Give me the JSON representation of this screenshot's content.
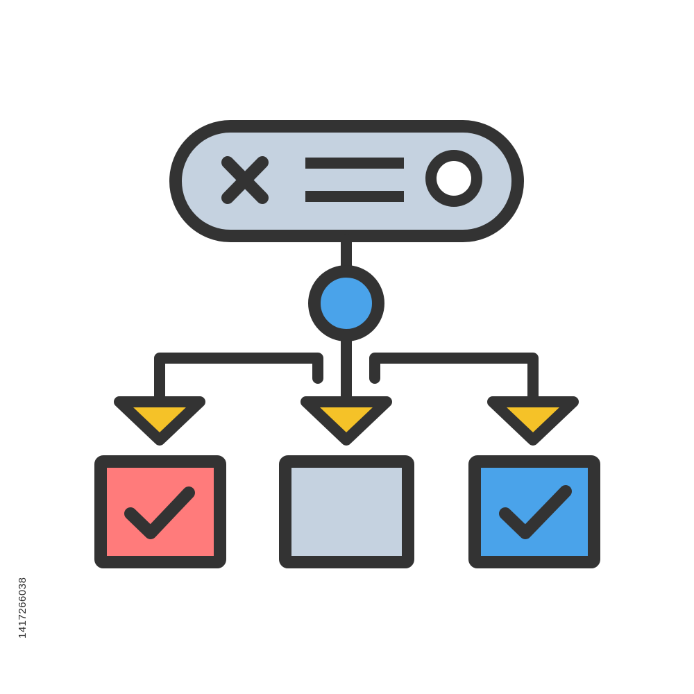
{
  "side_label": "1417266038",
  "colors": {
    "outline": "#333333",
    "panel_fill": "#c5d2e0",
    "node_fill": "#4aa3ea",
    "arrow_fill": "#f5c228",
    "box_red": "#ff7b7b",
    "box_gray": "#c5d2e0",
    "box_blue": "#4aa3ea",
    "background": "#ffffff"
  },
  "icons": {
    "top_panel": [
      "close-x-icon",
      "menu-lines-icon",
      "radio-circle-icon"
    ],
    "junction": "circle-node-icon",
    "outputs": [
      "checkmark-icon",
      "empty",
      "checkmark-icon"
    ]
  },
  "outputs": [
    {
      "state": "checked",
      "color": "red"
    },
    {
      "state": "empty",
      "color": "gray"
    },
    {
      "state": "checked",
      "color": "blue"
    }
  ]
}
